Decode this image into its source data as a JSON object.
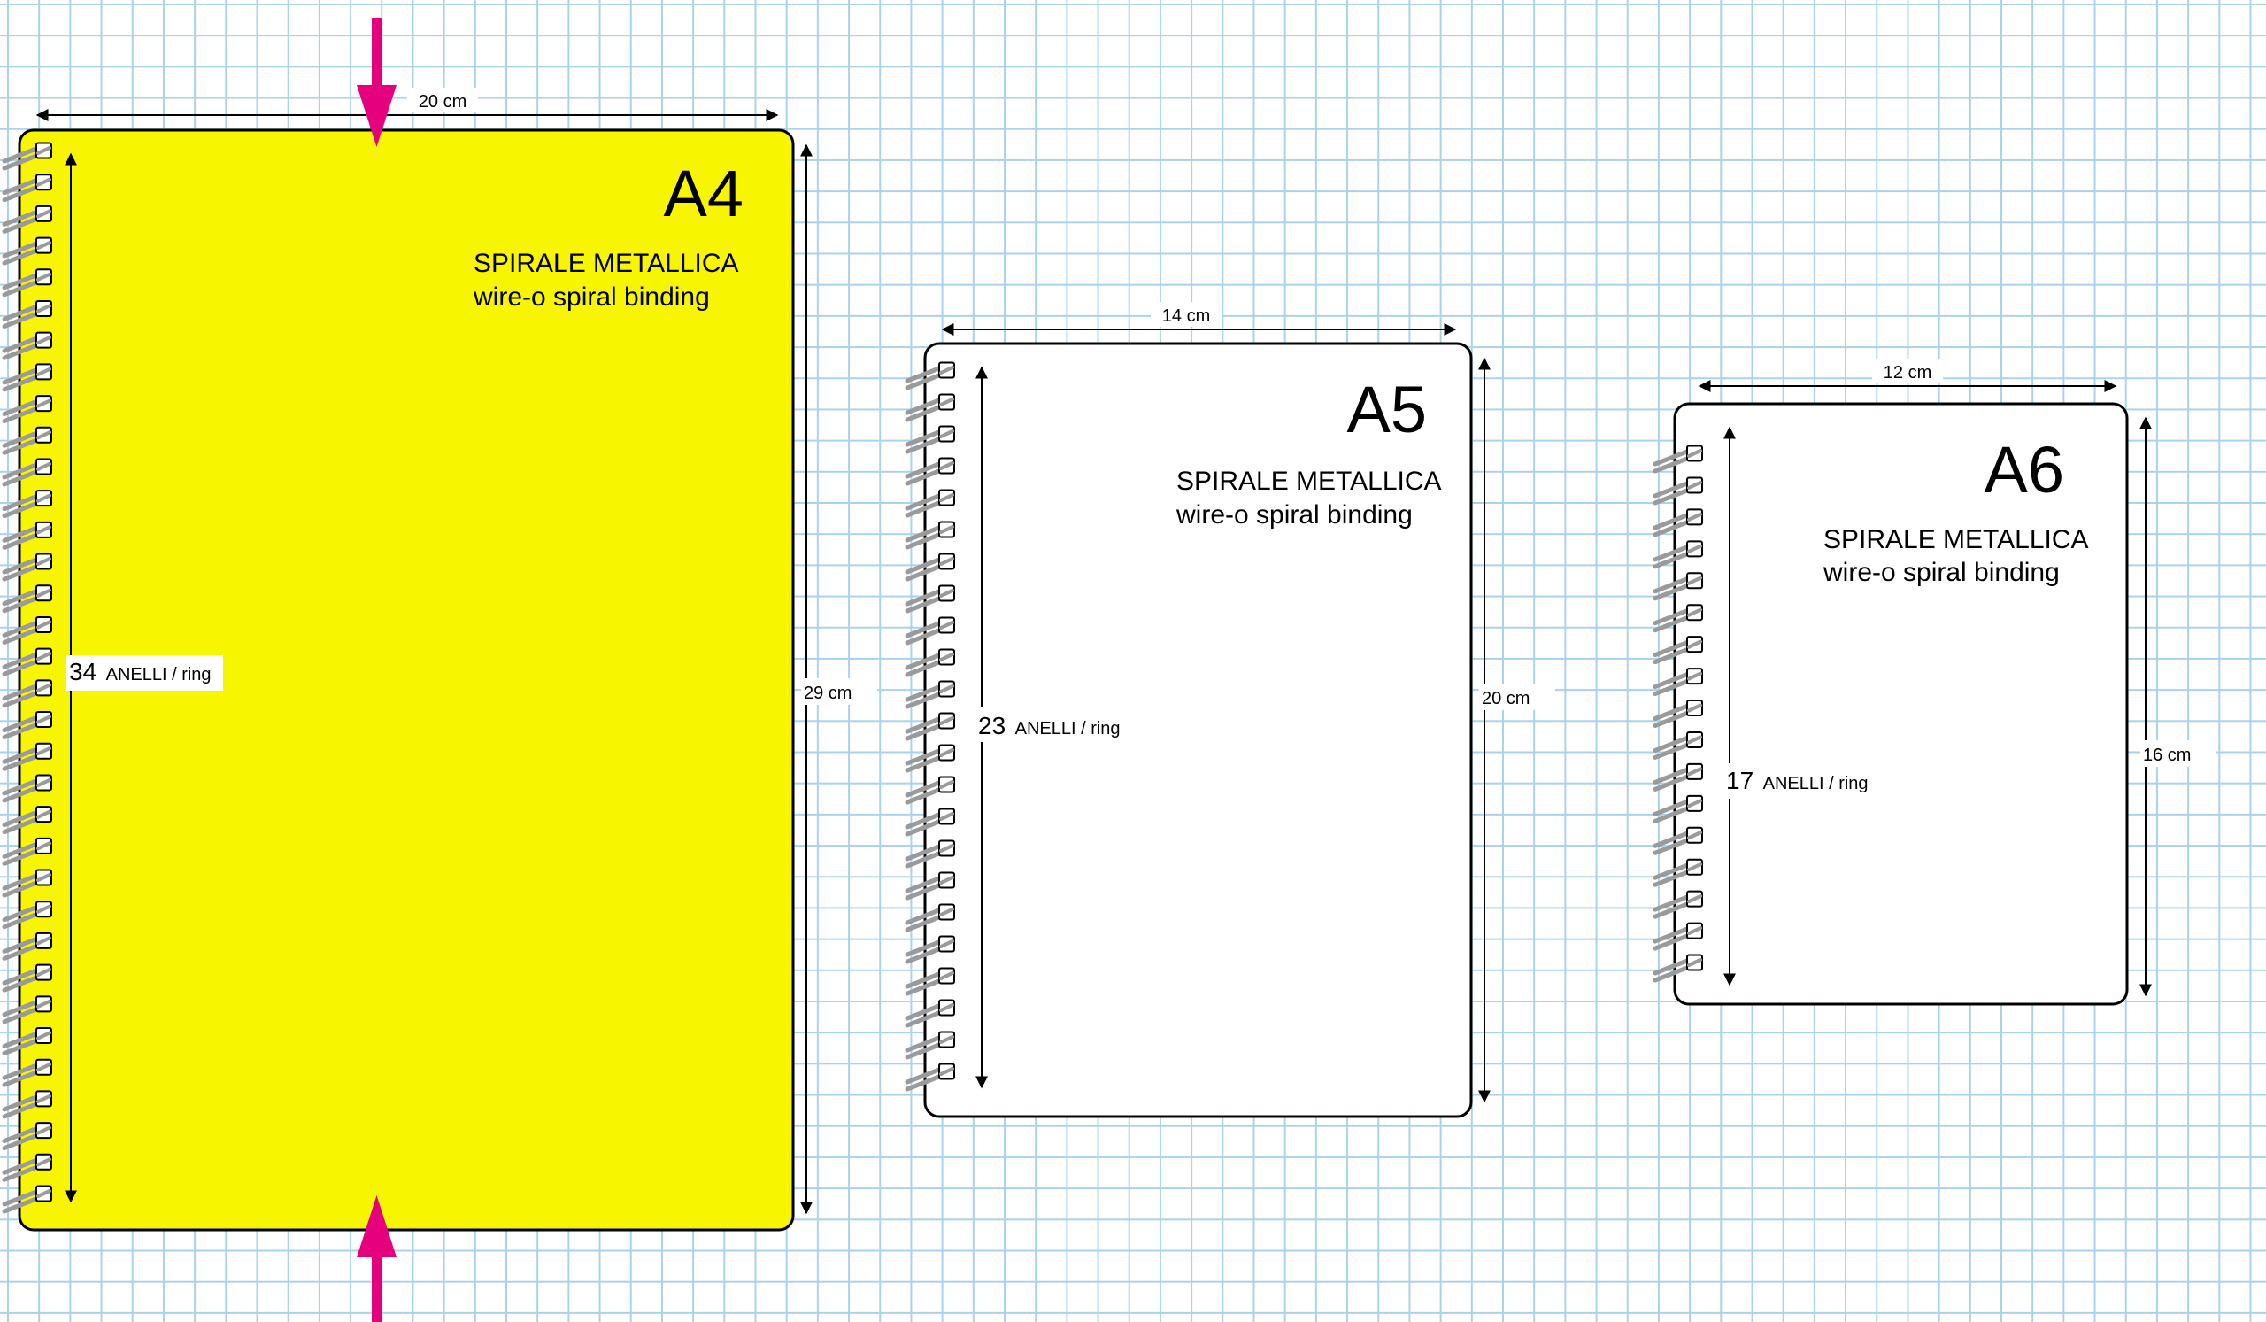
{
  "colors": {
    "grid": "#a9d3ec",
    "a4_cover": "#f8f500",
    "cover_white": "#ffffff",
    "arrow_magenta": "#e5007e",
    "ring_gray": "#9a9a9a"
  },
  "notebooks": [
    {
      "id": "a4",
      "size": "A4",
      "line1": "SPIRALE METALLICA",
      "line2": "wire-o spiral binding",
      "rings_count": "34",
      "rings_unit": "ANELLI / ring",
      "rings": 34,
      "width_label": "20 cm",
      "height_label": "29 cm",
      "cover_color": "#f8f500",
      "has_cut_arrows": true
    },
    {
      "id": "a5",
      "size": "A5",
      "line1": "SPIRALE METALLICA",
      "line2": "wire-o spiral binding",
      "rings_count": "23",
      "rings_unit": "ANELLI / ring",
      "rings": 23,
      "width_label": "14 cm",
      "height_label": "20 cm",
      "cover_color": "#ffffff",
      "has_cut_arrows": false
    },
    {
      "id": "a6",
      "size": "A6",
      "line1": "SPIRALE METALLICA",
      "line2": "wire-o spiral binding",
      "rings_count": "17",
      "rings_unit": "ANELLI / ring",
      "rings": 17,
      "width_label": "12 cm",
      "height_label": "16 cm",
      "cover_color": "#ffffff",
      "has_cut_arrows": false
    }
  ]
}
